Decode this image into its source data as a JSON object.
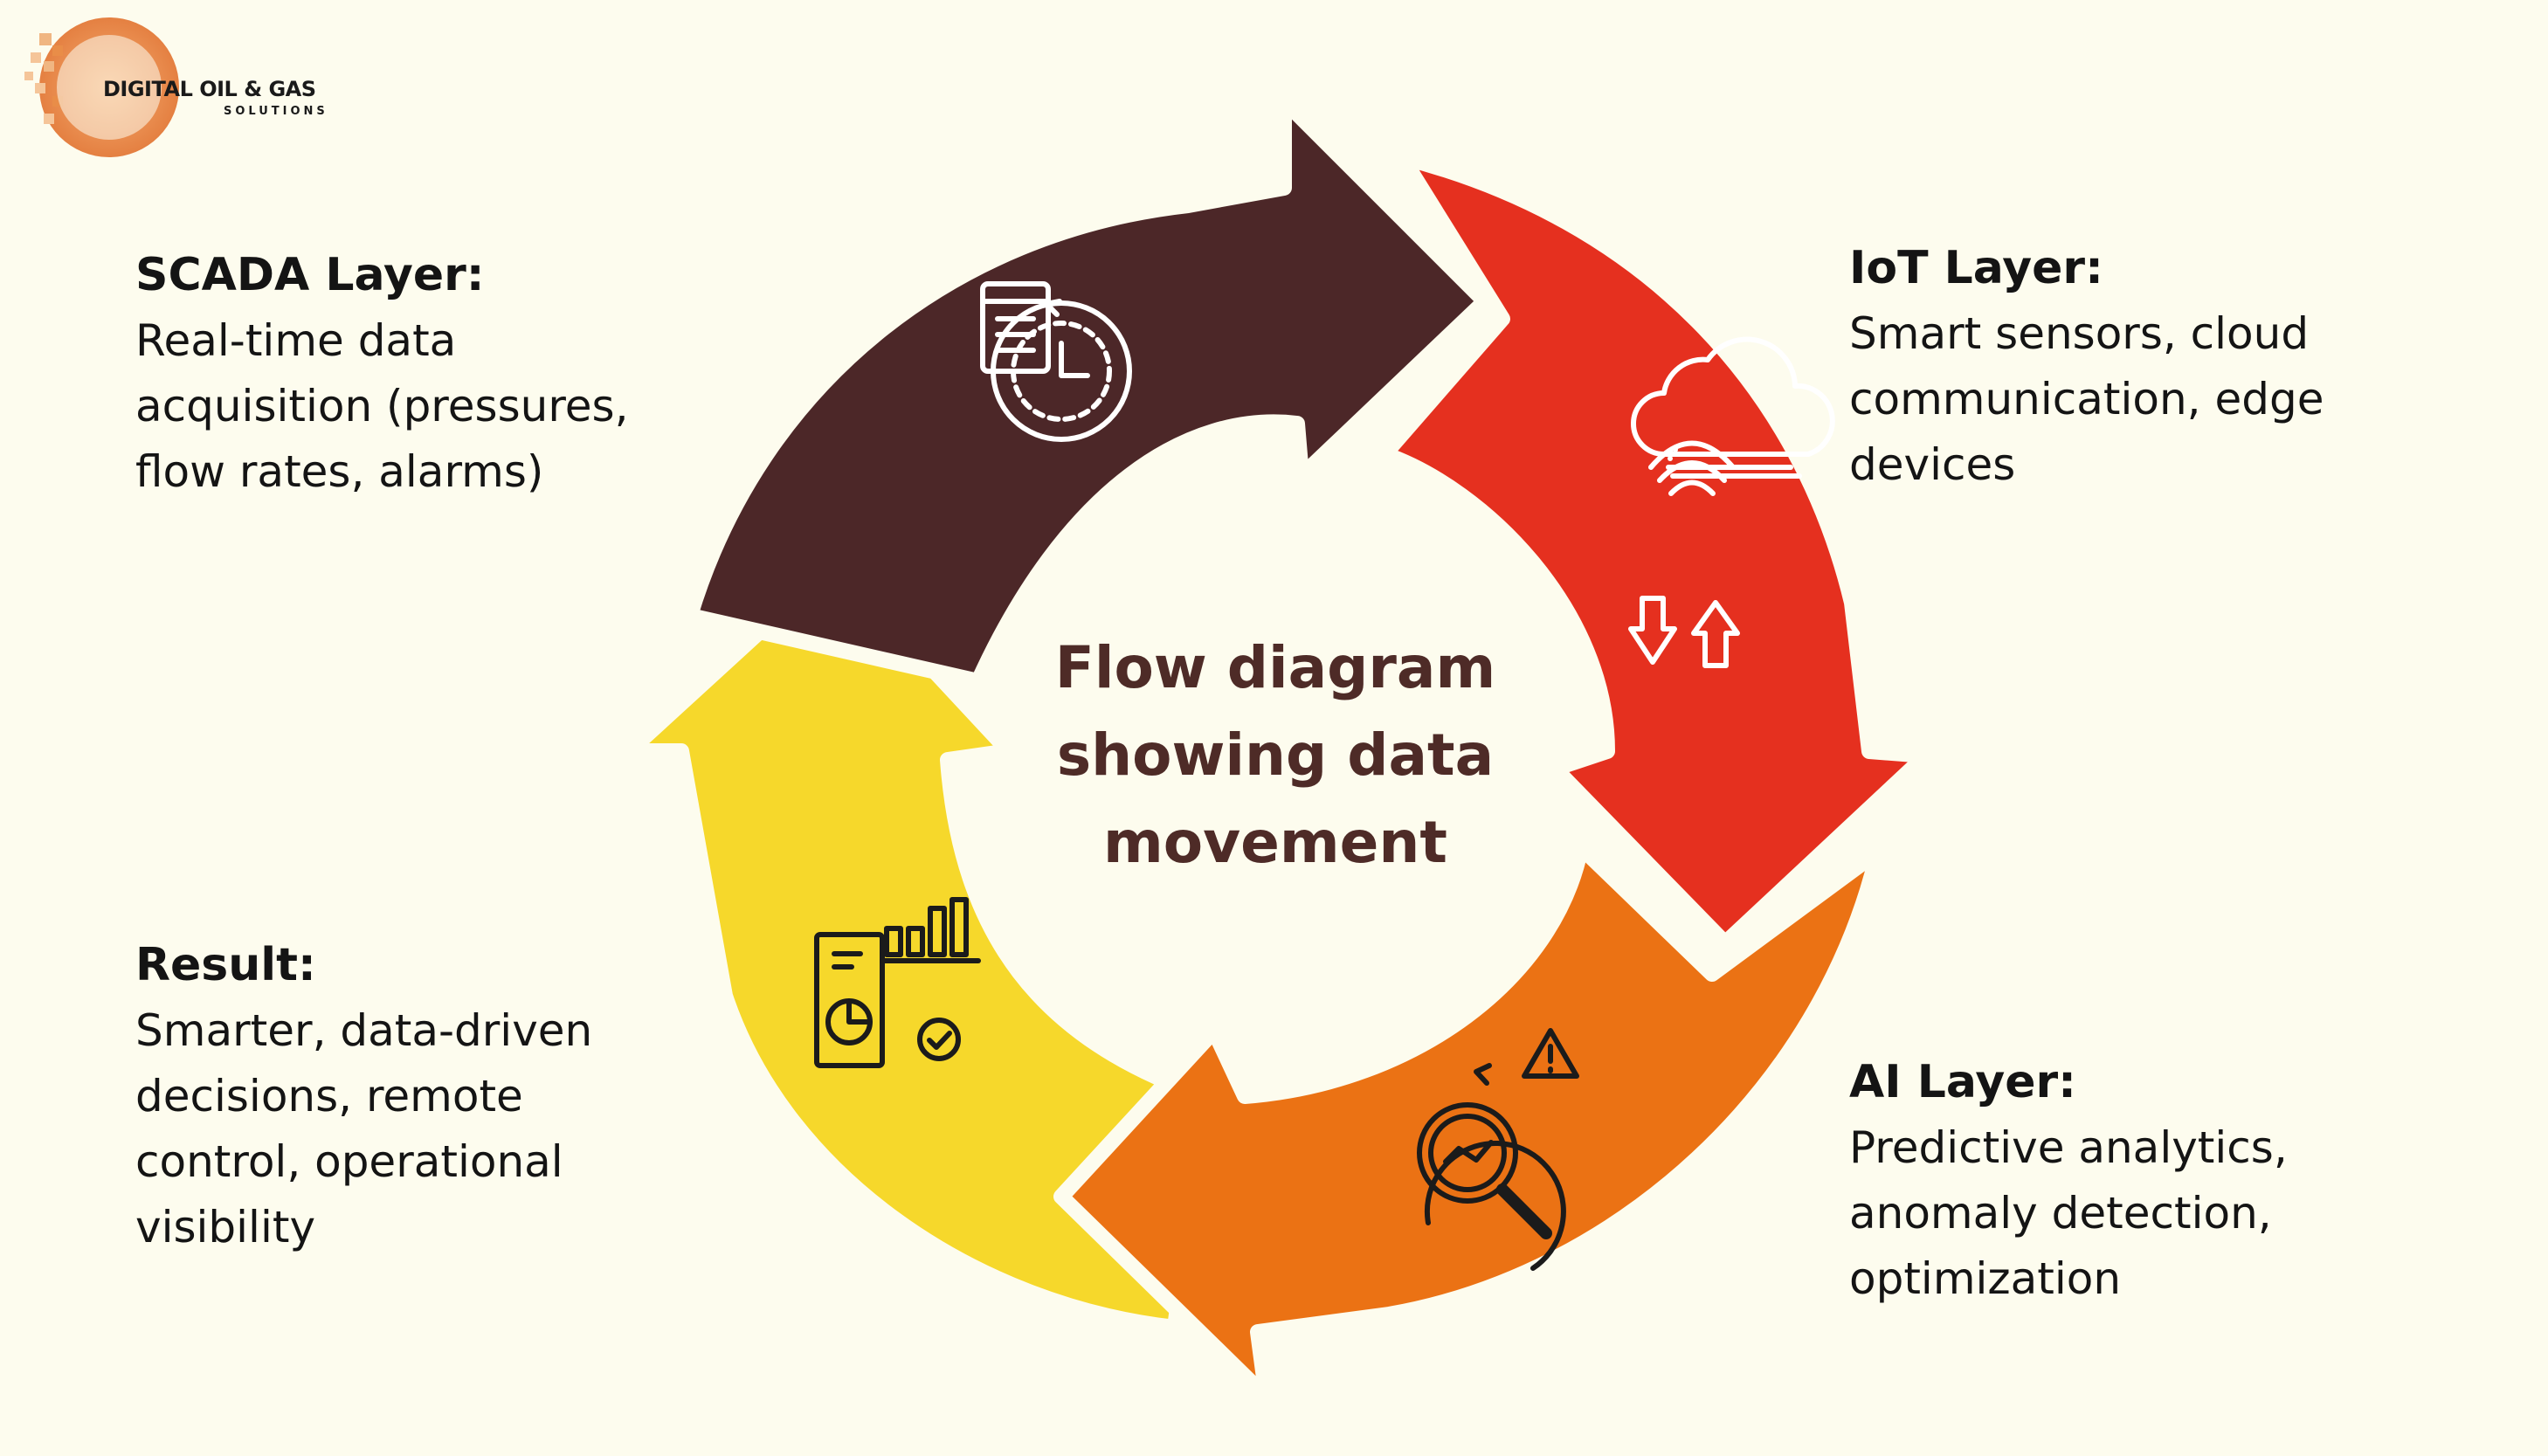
{
  "logo": {
    "title": "DIGITAL OIL & GAS",
    "subtitle": "SOLUTIONS"
  },
  "center_title": "Flow diagram\nshowing data\nmovement",
  "stages": {
    "scada": {
      "heading": "SCADA Layer:",
      "text": "Real-time data\nacquisition (pressures,\nflow rates, alarms)",
      "color": "#4c2728",
      "icon": "dashboard-clock-icon"
    },
    "iot": {
      "heading": "IoT Layer:",
      "text": "Smart sensors, cloud\ncommunication, edge\ndevices",
      "color": "#e5301f",
      "icon": "cloud-sync-icon"
    },
    "ai": {
      "heading": "AI Layer:",
      "text": "Predictive analytics,\nanomaly detection,\noptimization",
      "color": "#eb7214",
      "icon": "analytics-warning-icon"
    },
    "result": {
      "heading": "Result:",
      "text": "Smarter, data-driven\ndecisions, remote\ncontrol, operational\nvisibility",
      "color": "#f6d82b",
      "icon": "report-chart-icon"
    }
  },
  "colors": {
    "background": "#fdfcee",
    "title": "#4e2b27",
    "logo_orange": "#e77a2e"
  }
}
